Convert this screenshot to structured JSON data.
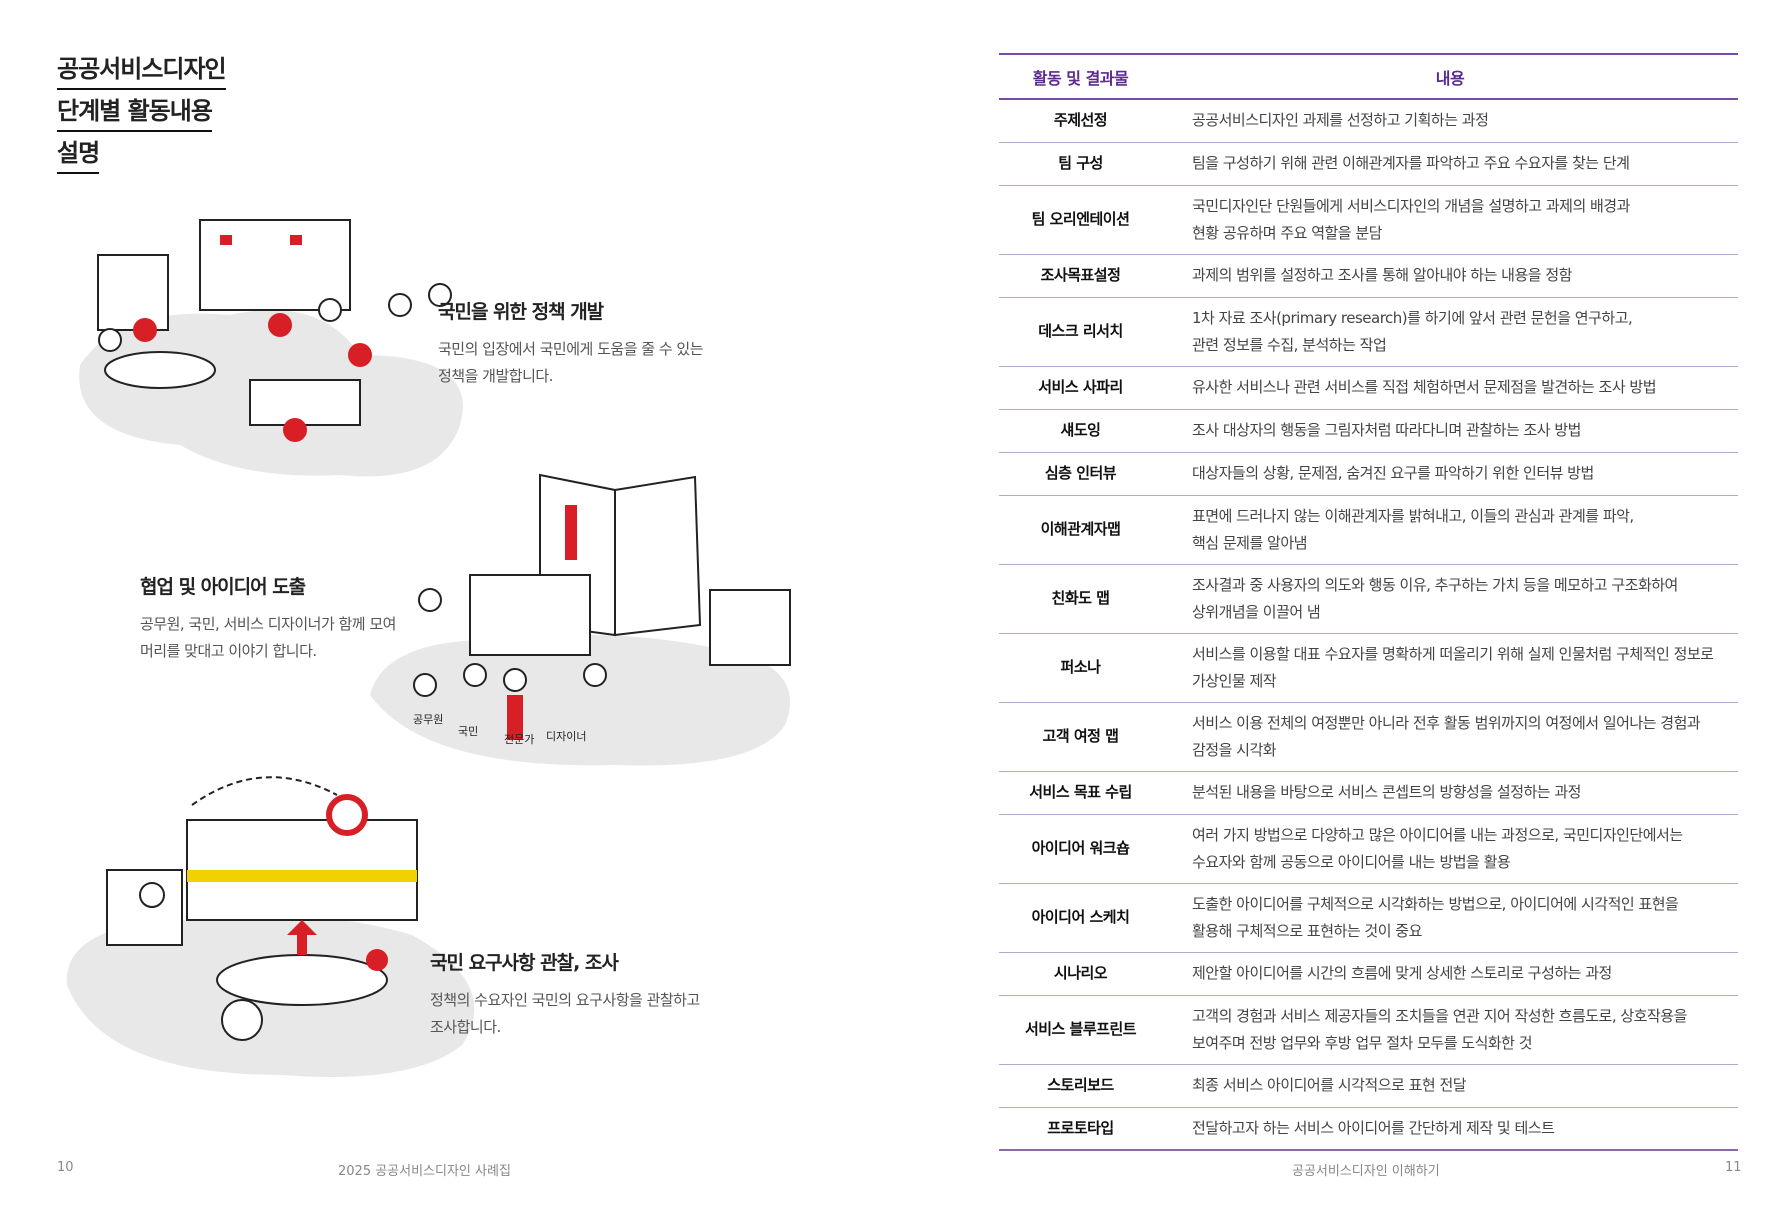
{
  "left_page": {
    "title": [
      "공공서비스디자인",
      "단계별 활동내용",
      "설명"
    ],
    "sections": [
      {
        "heading": "국민을 위한 정책 개발",
        "body": [
          "국민의 입장에서 국민에게 도움을 줄 수 있는",
          "정책을 개발합니다."
        ]
      },
      {
        "heading": "협업 및 아이디어 도출",
        "body": [
          "공무원, 국민, 서비스 디자이너가 함께 모여",
          "머리를 맞대고 이야기 합니다."
        ]
      },
      {
        "heading": "국민 요구사항 관찰, 조사",
        "body": [
          "정책의 수요자인 국민의 요구사항을 관찰하고",
          "조사합니다."
        ]
      }
    ],
    "illustration_labels": [
      "공무원",
      "국민",
      "전문가",
      "디자이너"
    ],
    "page_number": "10",
    "footer": "2025 공공서비스디자인 사례집"
  },
  "right_page": {
    "table": {
      "headers": [
        "활동 및 결과물",
        "내용"
      ],
      "rows": [
        {
          "k": "주제선정",
          "v": [
            "공공서비스디자인 과제를 선정하고 기획하는 과정"
          ]
        },
        {
          "k": "팀 구성",
          "v": [
            "팀을 구성하기 위해 관련 이해관계자를 파악하고 주요 수요자를 찾는 단계"
          ]
        },
        {
          "k": "팀 오리엔테이션",
          "v": [
            "국민디자인단 단원들에게 서비스디자인의 개념을 설명하고 과제의 배경과",
            "현황 공유하며 주요 역할을 분담"
          ]
        },
        {
          "k": "조사목표설정",
          "v": [
            "과제의 범위를 설정하고 조사를 통해 알아내야 하는 내용을 정함"
          ]
        },
        {
          "k": "데스크 리서치",
          "v": [
            "1차 자료 조사(primary research)를 하기에 앞서 관련 문헌을 연구하고,",
            "관련 정보를 수집, 분석하는 작업"
          ]
        },
        {
          "k": "서비스 사파리",
          "v": [
            "유사한 서비스나 관련 서비스를 직접 체험하면서 문제점을 발견하는 조사 방법"
          ]
        },
        {
          "k": "섀도잉",
          "v": [
            "조사 대상자의 행동을 그림자처럼 따라다니며 관찰하는 조사 방법"
          ]
        },
        {
          "k": "심층 인터뷰",
          "v": [
            "대상자들의 상황, 문제점, 숨겨진 요구를 파악하기 위한 인터뷰 방법"
          ]
        },
        {
          "k": "이해관계자맵",
          "v": [
            "표면에 드러나지 않는 이해관계자를 밝혀내고, 이들의 관심과 관계를 파악,",
            "핵심 문제를 알아냄"
          ]
        },
        {
          "k": "친화도 맵",
          "v": [
            "조사결과 중 사용자의 의도와 행동 이유, 추구하는 가치 등을 메모하고 구조화하여",
            "상위개념을 이끌어 냄"
          ]
        },
        {
          "k": "퍼소나",
          "v": [
            "서비스를 이용할 대표 수요자를 명확하게 떠올리기 위해 실제 인물처럼 구체적인 정보로",
            "가상인물 제작"
          ]
        },
        {
          "k": "고객 여정 맵",
          "v": [
            "서비스 이용 전체의 여정뿐만 아니라 전후 활동 범위까지의 여정에서 일어나는 경험과",
            "감정을 시각화"
          ]
        },
        {
          "k": "서비스 목표 수립",
          "v": [
            "분석된 내용을 바탕으로 서비스 콘셉트의 방향성을 설정하는 과정"
          ]
        },
        {
          "k": "아이디어 워크숍",
          "v": [
            "여러 가지 방법으로 다양하고 많은 아이디어를 내는 과정으로, 국민디자인단에서는",
            "수요자와 함께 공동으로 아이디어를 내는 방법을 활용"
          ]
        },
        {
          "k": "아이디어 스케치",
          "v": [
            "도출한 아이디어를 구체적으로 시각화하는 방법으로, 아이디어에 시각적인 표현을",
            "활용해 구체적으로 표현하는 것이 중요"
          ]
        },
        {
          "k": "시나리오",
          "v": [
            "제안할 아이디어를 시간의 흐름에 맞게 상세한 스토리로 구성하는 과정"
          ]
        },
        {
          "k": "서비스 블루프린트",
          "v": [
            "고객의 경험과 서비스 제공자들의 조치들을 연관 지어 작성한 흐름도로, 상호작용을",
            "보여주며 전방 업무와 후방 업무 절차 모두를 도식화한 것"
          ]
        },
        {
          "k": "스토리보드",
          "v": [
            "최종 서비스 아이디어를 시각적으로 표현 전달"
          ]
        },
        {
          "k": "프로토타입",
          "v": [
            "전달하고자 하는 서비스 아이디어를 간단하게 제작 및 테스트"
          ]
        }
      ]
    },
    "page_number": "11",
    "footer": "공공서비스디자인 이해하기"
  }
}
